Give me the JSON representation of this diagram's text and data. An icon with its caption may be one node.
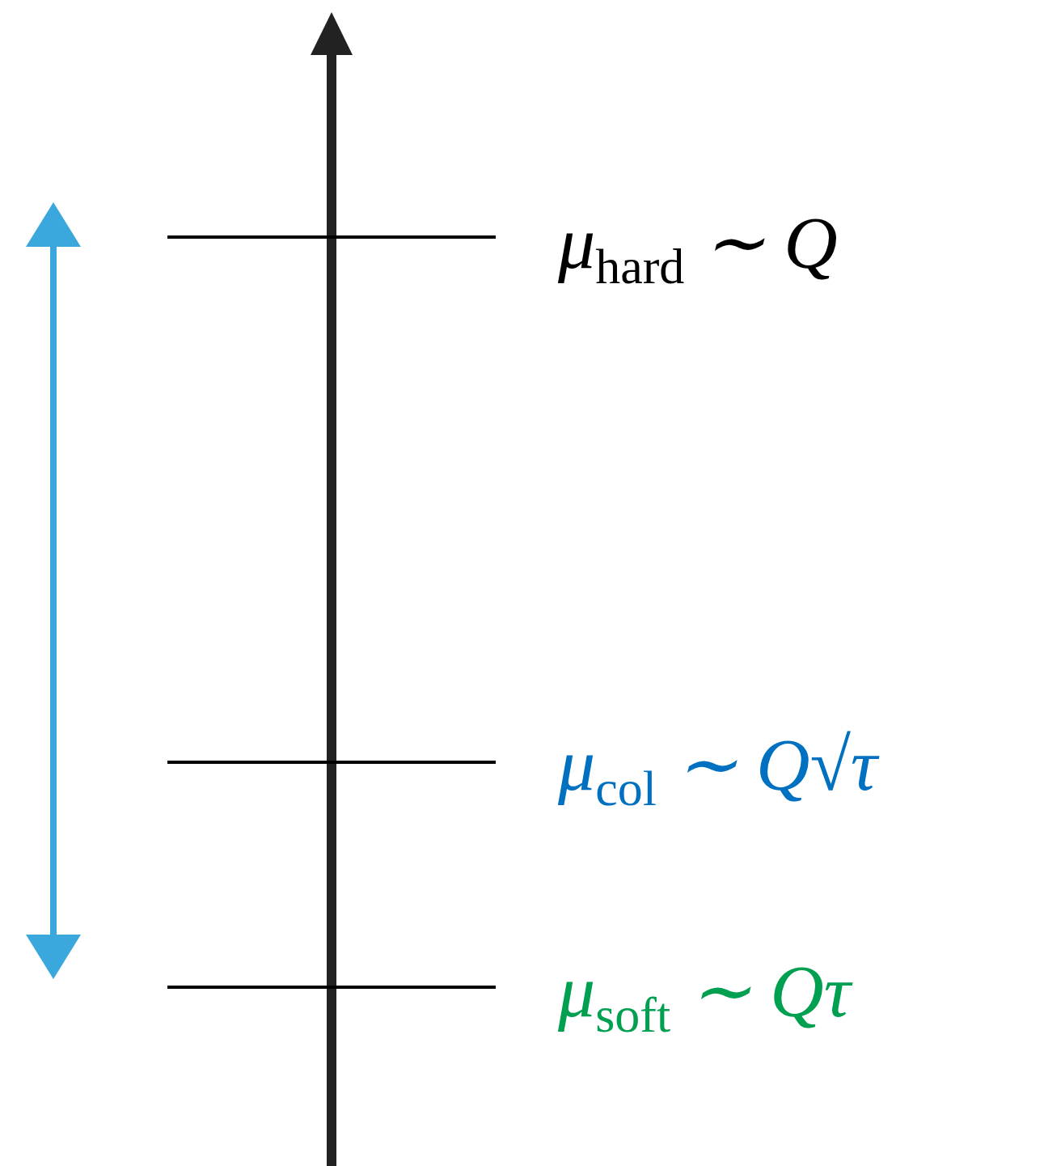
{
  "diagram": {
    "labels": [
      "μ$_{hard}$ ∼ Q",
      "μ$_{col}$ ∼ Q√τ",
      "μ$_{soft}$ ∼ Qτ"
    ]
  }
}
